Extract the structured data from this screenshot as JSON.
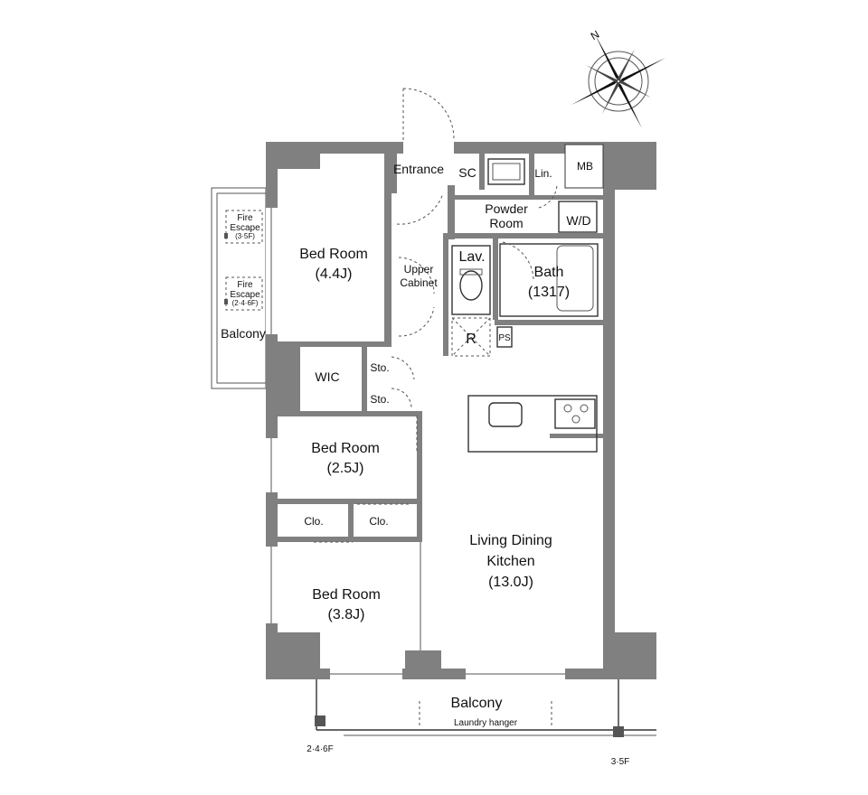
{
  "rooms": {
    "bed1_name": "Bed Room",
    "bed1_size": "(4.4J)",
    "bed2_name": "Bed Room",
    "bed2_size": "(2.5J)",
    "bed3_name": "Bed Room",
    "bed3_size": "(3.8J)",
    "ldk_line1": "Living Dining",
    "ldk_line2": "Kitchen",
    "ldk_size": "(13.0J)",
    "bath_name": "Bath",
    "bath_size": "(1317)",
    "powder_line1": "Powder",
    "powder_line2": "Room",
    "entrance": "Entrance",
    "sc": "SC",
    "lin": "Lin.",
    "mb": "MB",
    "wd": "W/D",
    "lav": "Lav.",
    "upper_line1": "Upper",
    "upper_line2": "Cabinet",
    "r": "R",
    "ps": "PS",
    "wic": "WIC",
    "sto1": "Sto.",
    "sto2": "Sto.",
    "clo1": "Clo.",
    "clo2": "Clo."
  },
  "balcony_side": {
    "label": "Balcony",
    "fire1_line1": "Fire",
    "fire1_line2": "Escape",
    "fire1_floors": "(3·5F)",
    "fire2_line1": "Fire",
    "fire2_line2": "Escape",
    "fire2_floors": "(2·4·6F)"
  },
  "balcony_bottom": {
    "label": "Balcony",
    "hanger": "Laundry hanger",
    "left_floors": "2·4·6F",
    "right_floors": "3·5F"
  },
  "compass": {
    "north": "N",
    "icon": "compass-rose-icon"
  },
  "colors": {
    "wall": "#808080",
    "line": "#333333",
    "background": "#ffffff"
  }
}
